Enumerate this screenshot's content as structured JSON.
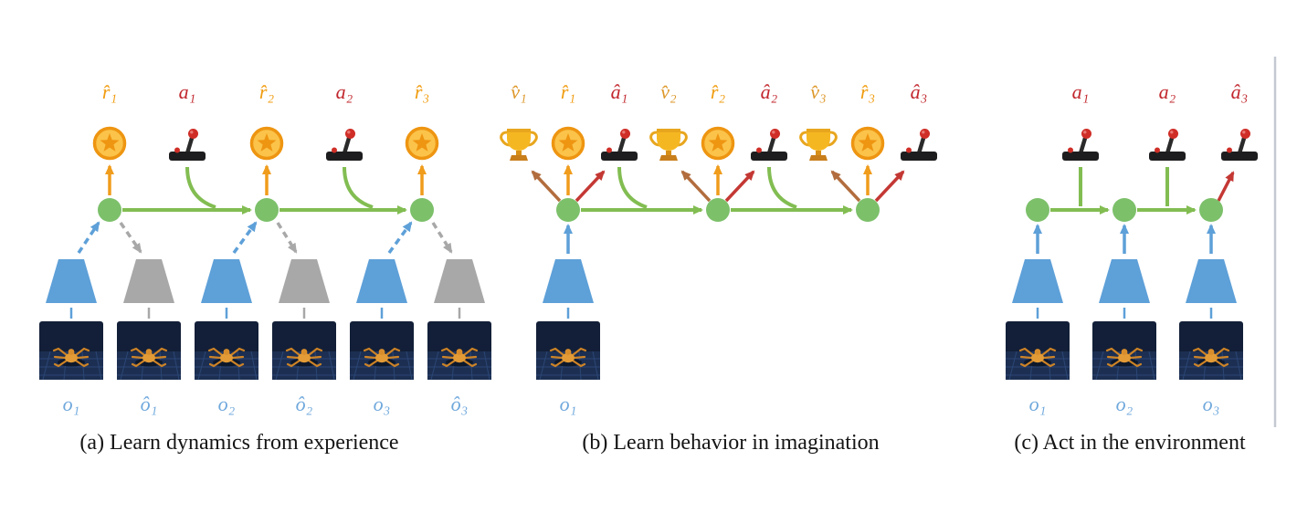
{
  "figure": {
    "captions": {
      "a": "(a) Learn dynamics from experience",
      "b": "(b) Learn behavior in imagination",
      "c": "(c) Act in the environment"
    }
  },
  "panel_a": {
    "top_labels": {
      "r1": "r̂₁",
      "a1": "a₁",
      "r2": "r̂₂",
      "a2": "a₂",
      "r3": "r̂₃"
    },
    "obs_labels": {
      "o1": "o₁",
      "oh1": "ô₁",
      "o2": "o₂",
      "oh2": "ô₂",
      "o3": "o₃",
      "oh3": "ô₃"
    }
  },
  "panel_b": {
    "top_labels": {
      "v1": "v̂₁",
      "r1": "r̂₁",
      "a1": "â₁",
      "v2": "v̂₂",
      "r2": "r̂₂",
      "a2": "â₂",
      "v3": "v̂₃",
      "r3": "r̂₃",
      "a3": "â₃"
    },
    "obs_labels": {
      "o1": "o₁"
    }
  },
  "panel_c": {
    "top_labels": {
      "a1": "a₁",
      "a2": "a₂",
      "a3": "â₃"
    },
    "obs_labels": {
      "o1": "o₁",
      "o2": "o₂",
      "o3": "o₃"
    }
  },
  "icons": {
    "reward": "coin-star-icon",
    "value": "trophy-icon",
    "action": "joystick-icon",
    "state": "latent-state-node",
    "observation": "robot-observation-image",
    "encoder": "encoder-trapezoid",
    "decoder": "decoder-trapezoid"
  },
  "colors": {
    "state_green": "#7cc06a",
    "transition_green": "#82bd52",
    "encoder_blue": "#5ea0d8",
    "decoder_gray": "#a8a8a8",
    "reward_orange": "#f09c0f",
    "value_brown": "#b26d3e",
    "action_red": "#c1272d",
    "obs_label_blue": "#6fa8dc",
    "caption_text": "#151515"
  }
}
